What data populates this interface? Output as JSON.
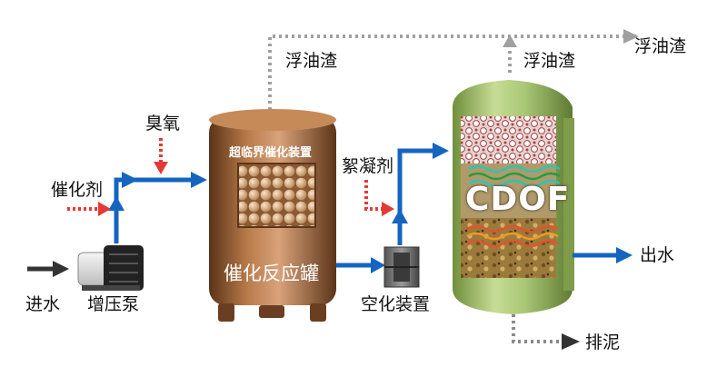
{
  "labels": {
    "scum_left": "浮油渣",
    "scum_mid": "浮油渣",
    "scum_right": "浮油渣",
    "ozone": "臭氧",
    "catalyst": "催化剂",
    "flocculant": "絮凝剂",
    "supercritical_device": "超临界催化装置",
    "catalytic_reactor": "催化反应罐",
    "cdof": "CDOF",
    "cavitation_device": "空化装置",
    "water_in": "进水",
    "booster_pump": "增压泵",
    "water_out": "出水",
    "sludge": "排泥"
  },
  "colors": {
    "flow_arrow": "#1565c0",
    "dosing_arrow": "#e53935",
    "scum_arrow": "#9e9e9e",
    "input_arrow": "#333333",
    "reactor_body": "#a86a3e",
    "separator_body": "#9fbf6e"
  }
}
